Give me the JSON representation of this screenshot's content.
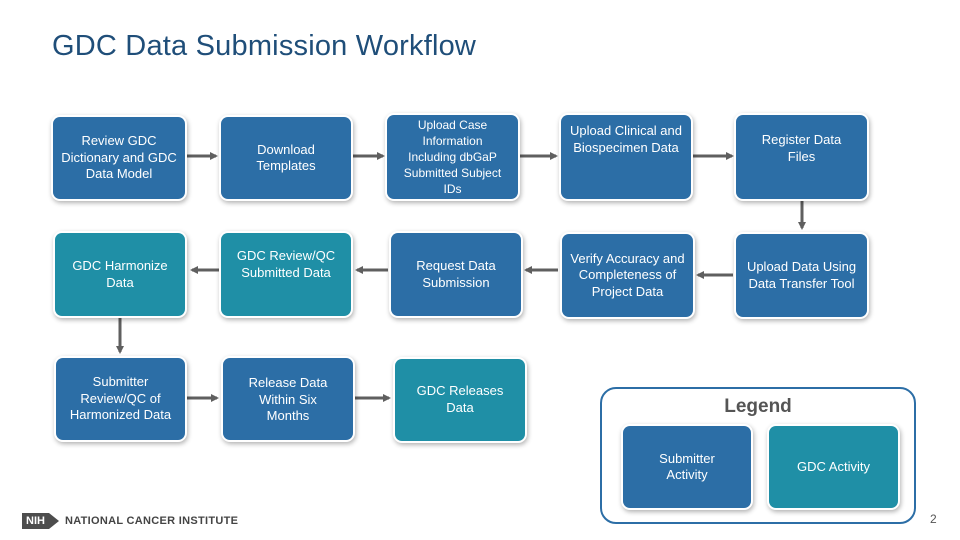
{
  "title": "GDC Data Submission Workflow",
  "steps": {
    "review_dictionary": "Review GDC Dictionary and GDC Data Model",
    "download_templates": "Download Templates",
    "upload_case": "Upload Case Information Including dbGaP Submitted Subject IDs",
    "upload_clinical": "Upload Clinical and Biospecimen Data",
    "register_files": "Register Data Files",
    "upload_data_dtt": "Upload Data Using Data Transfer Tool",
    "verify_accuracy": "Verify Accuracy and Completeness of Project Data",
    "request_submission": "Request Data Submission",
    "gdc_review": "GDC Review/QC Submitted Data",
    "gdc_harmonize": "GDC Harmonize Data",
    "submitter_review": "Submitter Review/QC of Harmonized Data",
    "release_six_months": "Release Data Within Six Months",
    "gdc_releases": "GDC Releases Data"
  },
  "legend": {
    "title": "Legend",
    "submitter": "Submitter Activity",
    "gdc": "GDC Activity"
  },
  "colors": {
    "submitter_activity": "#2c6ea6",
    "gdc_activity": "#1f8fa6",
    "title": "#1f4e79",
    "arrow": "#5f5f5f"
  },
  "footer": {
    "nih": "NIH",
    "org": "NATIONAL CANCER INSTITUTE",
    "page": "2"
  }
}
